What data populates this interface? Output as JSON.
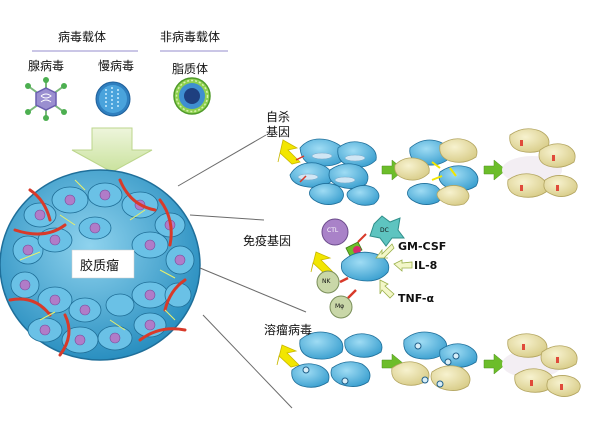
{
  "vectors": {
    "viral_header": "病毒载体",
    "nonviral_header": "非病毒载体",
    "items": [
      "腺病毒",
      "慢病毒",
      "脂质体"
    ]
  },
  "tumor_label": "胶质瘤",
  "strategies": {
    "suicide_gene": "自杀\n基因",
    "immune_gene": "免疫基因",
    "oncolytic_virus": "溶瘤病毒"
  },
  "immune_cells": {
    "ctl": "CTL",
    "dc": "DC",
    "nk": "NK",
    "mf": "Mφ"
  },
  "cytokines": [
    "GM-CSF",
    "IL-8",
    "TNF-α"
  ],
  "colors": {
    "tumor_cell": "#4fb3d9",
    "dying_cell": "#e9e2a8",
    "arrow_yellow": "#f2e600",
    "arrow_green": "#6cbd2a",
    "funnel_arrow": "#d6e8b0"
  }
}
